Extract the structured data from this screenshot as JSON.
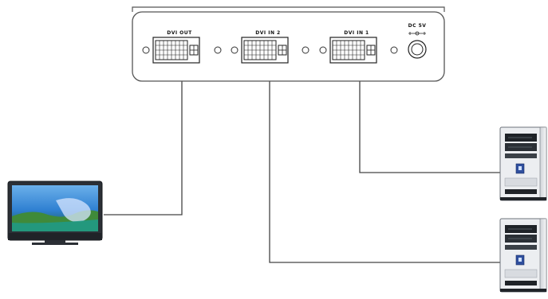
{
  "device": {
    "ports": [
      {
        "id": "out",
        "label": "DVI OUT"
      },
      {
        "id": "in2",
        "label": "DVI IN 2"
      },
      {
        "id": "in1",
        "label": "DVI IN 1"
      }
    ],
    "power": {
      "label": "DC 5V"
    }
  },
  "endpoints": {
    "monitor": {
      "icon": "monitor-icon"
    },
    "pc_top": {
      "icon": "desktop-computer-icon"
    },
    "pc_bottom": {
      "icon": "desktop-computer-icon"
    }
  },
  "colors": {
    "line": "#444444",
    "panel": "#ffffff",
    "pc_body": "#e9ebee",
    "pc_dark": "#1f2328",
    "screen_sky": "#2e7fd1",
    "screen_sea": "#1f9a8a"
  }
}
